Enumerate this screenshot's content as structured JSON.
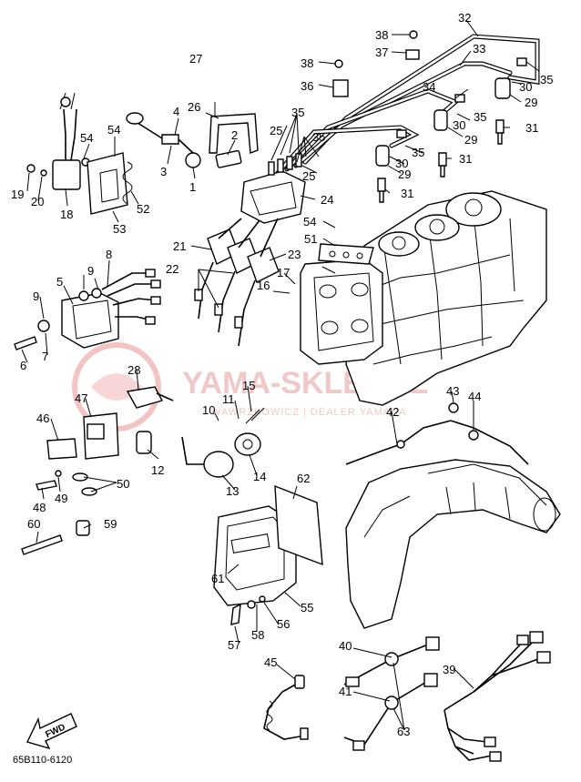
{
  "diagram": {
    "code": "65B110-6120",
    "fwd_label": "FWD",
    "watermark": {
      "title": "YAMA-SKLEP.PL",
      "subtitle": "WAWRZKOWICZ | DEALER YAMAHA"
    },
    "callouts": {
      "c1": "1",
      "c2": "2",
      "c3": "3",
      "c4": "4",
      "c5": "5",
      "c6": "6",
      "c7": "7",
      "c8": "8",
      "c9a": "9",
      "c9b": "9",
      "c10": "10",
      "c11": "11",
      "c12": "12",
      "c13": "13",
      "c14": "14",
      "c15": "15",
      "c16": "16",
      "c17": "17",
      "c18": "18",
      "c19": "19",
      "c20": "20",
      "c21": "21",
      "c22": "22",
      "c23": "23",
      "c24": "24",
      "c25a": "25",
      "c25b": "25",
      "c26": "26",
      "c27": "27",
      "c28": "28",
      "c29a": "29",
      "c29b": "29",
      "c29c": "29",
      "c30a": "30",
      "c30b": "30",
      "c30c": "30",
      "c31a": "31",
      "c31b": "31",
      "c31c": "31",
      "c32": "32",
      "c33": "33",
      "c34": "34",
      "c35a": "35",
      "c35b": "35",
      "c35c": "35",
      "c35d": "35",
      "c35e": "35",
      "c36": "36",
      "c37": "37",
      "c38a": "38",
      "c38b": "38",
      "c39": "39",
      "c40": "40",
      "c41": "41",
      "c42": "42",
      "c43": "43",
      "c44": "44",
      "c45": "45",
      "c46": "46",
      "c47": "47",
      "c48": "48",
      "c49": "49",
      "c50": "50",
      "c51": "51",
      "c52": "52",
      "c53": "53",
      "c54a": "54",
      "c54b": "54",
      "c54c": "54",
      "c55": "55",
      "c56": "56",
      "c57": "57",
      "c58": "58",
      "c59": "59",
      "c60": "60",
      "c61": "61",
      "c62": "62",
      "c63": "63"
    }
  }
}
